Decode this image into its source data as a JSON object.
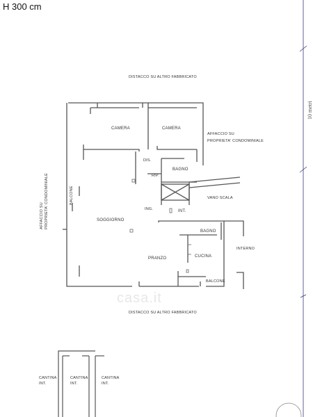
{
  "header": {
    "height_label": "H 300 cm"
  },
  "scale": {
    "label": "10 metri"
  },
  "watermark": {
    "text": "casa.it"
  },
  "labels": {
    "distacco_top": "DISTACCO SU ALTRO FABBRICATO",
    "distacco_bottom": "DISTACCO SU ALTRO FABBRICATO",
    "camera_1": "CAMERA",
    "camera_2": "CAMERA",
    "affaccio_right_1": "AFFACCIO SU",
    "affaccio_right_2": "PROPRIETA' CONDOMINIALE",
    "dis": "DIS.",
    "bagno_1": "BAGNO",
    "rip": "RIP.",
    "vano_scala": "VANO SCALA",
    "ing": "ING.",
    "int": "INT.",
    "balcone_left": "BALCONE",
    "soggiorno": "SOGGIORNO",
    "affaccio_left_1": "AFFACCIO SU",
    "affaccio_left_2": "PROPRIETA' CONDOMINIALE",
    "bagno_2": "BAGNO",
    "interno": "INTERNO",
    "cucina": "CUCINA",
    "pranzo": "PRANZO",
    "balcone_right": "BALCONE",
    "cantina_1a": "CANTINA",
    "cantina_1b": "INT.",
    "cantina_2a": "CANTINA",
    "cantina_2b": "INT.",
    "cantina_3a": "CANTINA",
    "cantina_3b": "INT."
  },
  "colors": {
    "wall": "#555555",
    "line": "#333333",
    "accent_line": "#3a3a7a"
  }
}
